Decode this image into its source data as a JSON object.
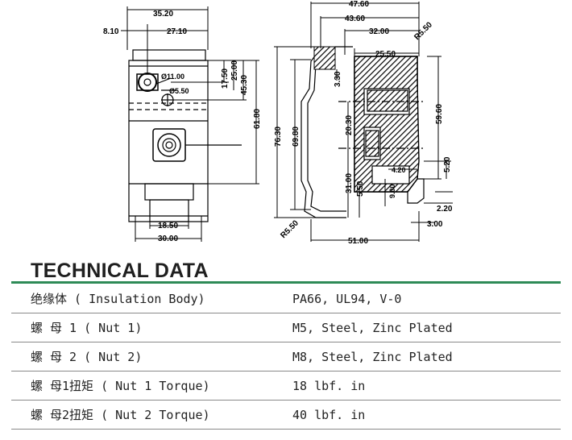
{
  "drawing": {
    "left_view": {
      "dims": [
        "35.20",
        "8.10",
        "27.10",
        "17.50",
        "25.00",
        "45.30",
        "61.80",
        "18.50",
        "30.00"
      ],
      "hole_labels": [
        "Ø11.00",
        "Ø5.50"
      ]
    },
    "right_view": {
      "dims": [
        "47.60",
        "43.60",
        "32.00",
        "R5.50",
        "25.50",
        "3.30",
        "76.30",
        "69.80",
        "20.30",
        "59.60",
        "31.00",
        "5.50",
        "9.00",
        "4.20",
        "5.20",
        "2.20",
        "3.00",
        "R5.50",
        "51.00"
      ]
    }
  },
  "section_title": "TECHNICAL DATA",
  "specs": [
    {
      "label": "绝缘体 ( Insulation Body)",
      "value": "PA66, UL94, V-0"
    },
    {
      "label": "螺 母 1 ( Nut 1)",
      "value": "M5, Steel, Zinc Plated"
    },
    {
      "label": "螺 母 2 ( Nut 2)",
      "value": "M8, Steel, Zinc Plated"
    },
    {
      "label": "螺 母1扭矩 ( Nut 1 Torque)",
      "value": "18 lbf. in"
    },
    {
      "label": "螺 母2扭矩 ( Nut 2 Torque)",
      "value": "40 lbf. in"
    }
  ],
  "colors": {
    "accent": "#2e8b57",
    "row_rule": "#8a8a8a"
  }
}
